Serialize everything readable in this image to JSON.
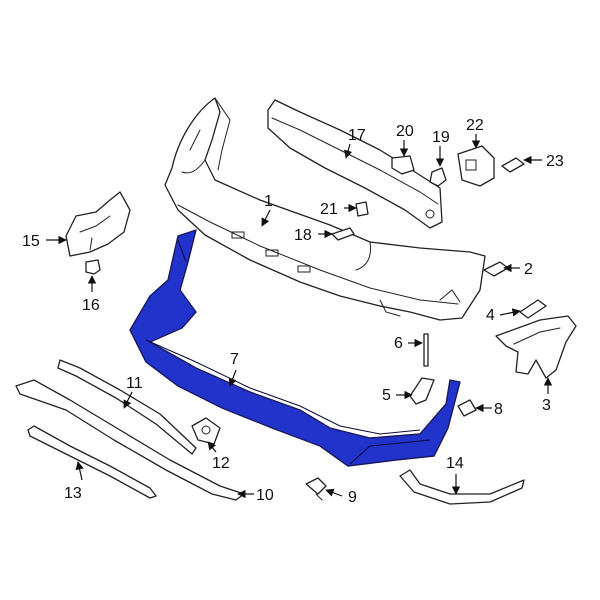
{
  "diagram": {
    "highlight_color": "#2233cc",
    "part_numbers": {
      "p1": "1",
      "p2": "2",
      "p3": "3",
      "p4": "4",
      "p5": "5",
      "p6": "6",
      "p7": "7",
      "p8": "8",
      "p9": "9",
      "p10": "10",
      "p11": "11",
      "p12": "12",
      "p13": "13",
      "p14": "14",
      "p15": "15",
      "p16": "16",
      "p17": "17",
      "p18": "18",
      "p19": "19",
      "p20": "20",
      "p21": "21",
      "p22": "22",
      "p23": "23"
    }
  }
}
